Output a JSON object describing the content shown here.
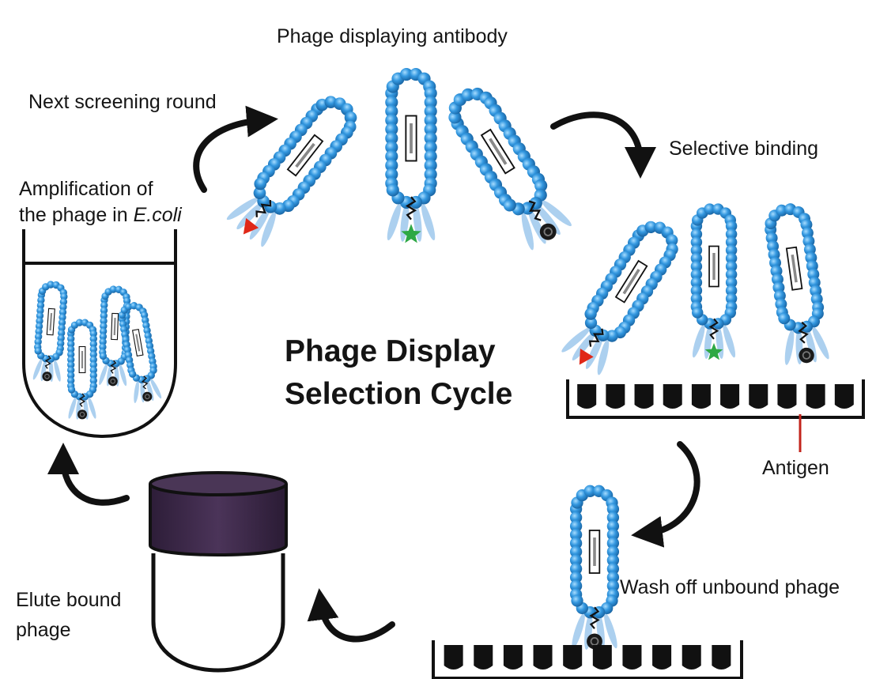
{
  "title": {
    "line1": "Phage Display",
    "line2": "Selection Cycle"
  },
  "labels": {
    "phage_displaying_antibody": "Phage displaying antibody",
    "next_screening_round": "Next screening round",
    "selective_binding": "Selective binding",
    "amplification_line1": "Amplification of",
    "amplification_line2_prefix": "the phage in ",
    "amplification_line2_italic": "E.coli",
    "antigen": "Antigen",
    "wash_off": "Wash off unbound phage",
    "elute_line1": "Elute bound",
    "elute_line2": "phage"
  },
  "colors": {
    "phage_bead": "#2f8fd8",
    "phage_bead_highlight": "#8fd0ff",
    "tail_fibers": "#9ec8ec",
    "antibody_red": "#e02818",
    "antibody_green": "#2ea844",
    "antibody_black": "#1a1a1a",
    "tube_cap": "#3d2a4a",
    "arrow": "#111111"
  },
  "icons": [
    "cycle-arrow-icon",
    "phage-icon",
    "antigen-plate-icon",
    "tube-icon",
    "triangle-antibody-icon",
    "star-antibody-icon",
    "ring-antibody-icon"
  ]
}
